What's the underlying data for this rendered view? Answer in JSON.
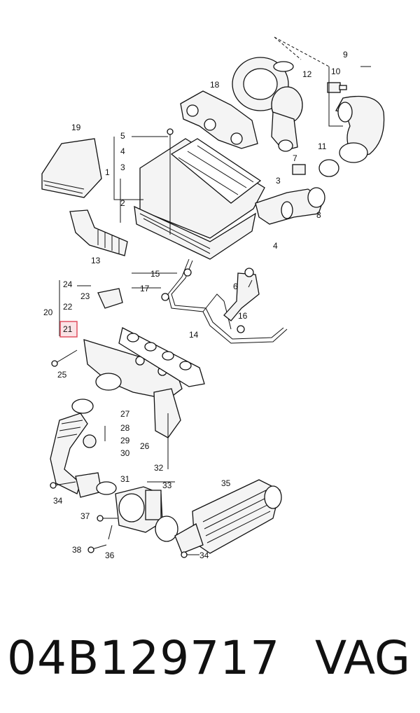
{
  "callouts": {
    "c1": "1",
    "c2": "2",
    "c3a": "3",
    "c3b": "3",
    "c4a": "4",
    "c4b": "4",
    "c5": "5",
    "c6": "6",
    "c7": "7",
    "c8": "8",
    "c9": "9",
    "c10": "10",
    "c11": "11",
    "c12": "12",
    "c13": "13",
    "c14": "14",
    "c15": "15",
    "c16": "16",
    "c17": "17",
    "c18": "18",
    "c19": "19",
    "c20": "20",
    "c21": "21",
    "c22": "22",
    "c23": "23",
    "c24": "24",
    "c25": "25",
    "c26": "26",
    "c27": "27",
    "c28": "28",
    "c29": "29",
    "c30": "30",
    "c31": "31",
    "c32": "32",
    "c33": "33",
    "c34a": "34",
    "c34b": "34",
    "c35": "35",
    "c36": "36",
    "c37": "37",
    "c38": "38"
  },
  "highlight_color": "#e05060",
  "footer": {
    "part_number": "04B129717",
    "brand": "VAG"
  }
}
